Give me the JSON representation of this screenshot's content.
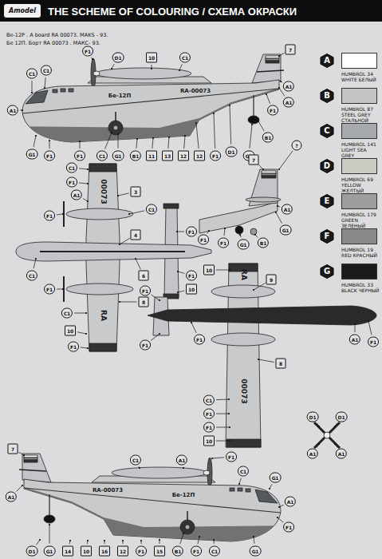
{
  "diagram": {
    "title": "THE SCHEME OF COLOURING / СХЕМА ОКРАСКИ",
    "labels": [
      "Amodel",
      "Be-12P . A board RA 00073. MAKS - 93.",
      "Бе 12П. Борт RA 00073 . МАКС- 93.",
      "Бе-12П",
      "RA-00073",
      "00073",
      "RA",
      "RA",
      "00073",
      "RA-00073",
      "Бе-12П",
      "A",
      "B",
      "C",
      "D",
      "E",
      "F",
      "G",
      "C1",
      "C1",
      "F1",
      "D1",
      "10",
      "C1",
      "7",
      "A1",
      "G1",
      "F1",
      "F1",
      "C1",
      "G1",
      "B1",
      "11",
      "13",
      "12",
      "12",
      "F1",
      "D1",
      "G1",
      "B1",
      "A1",
      "A1",
      "F1",
      "?",
      "7",
      "A1",
      "B1",
      "G1",
      "F1",
      "F1",
      "G1",
      "C1",
      "F1",
      "3",
      "A1",
      "C1",
      "F1",
      "4",
      "C1",
      "6",
      "F1",
      "F1",
      "10",
      "8",
      "F1",
      "C1",
      "10",
      "F1",
      "10",
      "9",
      "F1",
      "F1",
      "F1",
      "A1",
      "F1",
      "8",
      "C1",
      "F1",
      "F1",
      "10",
      "D1",
      "D1",
      "A1",
      "A1",
      "7",
      "C1",
      "A1",
      "F1",
      "C1",
      "G1",
      "A1",
      "A1",
      "D1",
      "G1",
      "14",
      "10",
      "16",
      "12",
      "F1",
      "15",
      "B1",
      "F1",
      "C1",
      "G1",
      "F1"
    ],
    "legend": [
      {
        "text": "HUMBROL 34 WHITE БЕЛЫЙ",
        "color": "#ffffff"
      },
      {
        "text": "HUMBROL 87 STEEL GREY СТАЛЬНОЙ СЕРЫЙ",
        "color": "#c2c4c6"
      },
      {
        "text": "HUMBROL 141 LIGHT SEA GREY",
        "color": "#a7aaad"
      },
      {
        "text": "HUMBROL 69 YELLOW ЖЕЛТЫЙ",
        "color": "#cbcbc4"
      },
      {
        "text": "HUMBROL 179 GREEN ЗЕЛЕНЫЙ",
        "color": "#9c9e9f"
      },
      {
        "text": "HUMBROL 19 RED КРАСНЫЙ",
        "color": "#8a8a8a"
      },
      {
        "text": "HUMBROL 33 BLACK ЧЕРНЫЙ",
        "color": "#1c1c1c"
      }
    ]
  }
}
